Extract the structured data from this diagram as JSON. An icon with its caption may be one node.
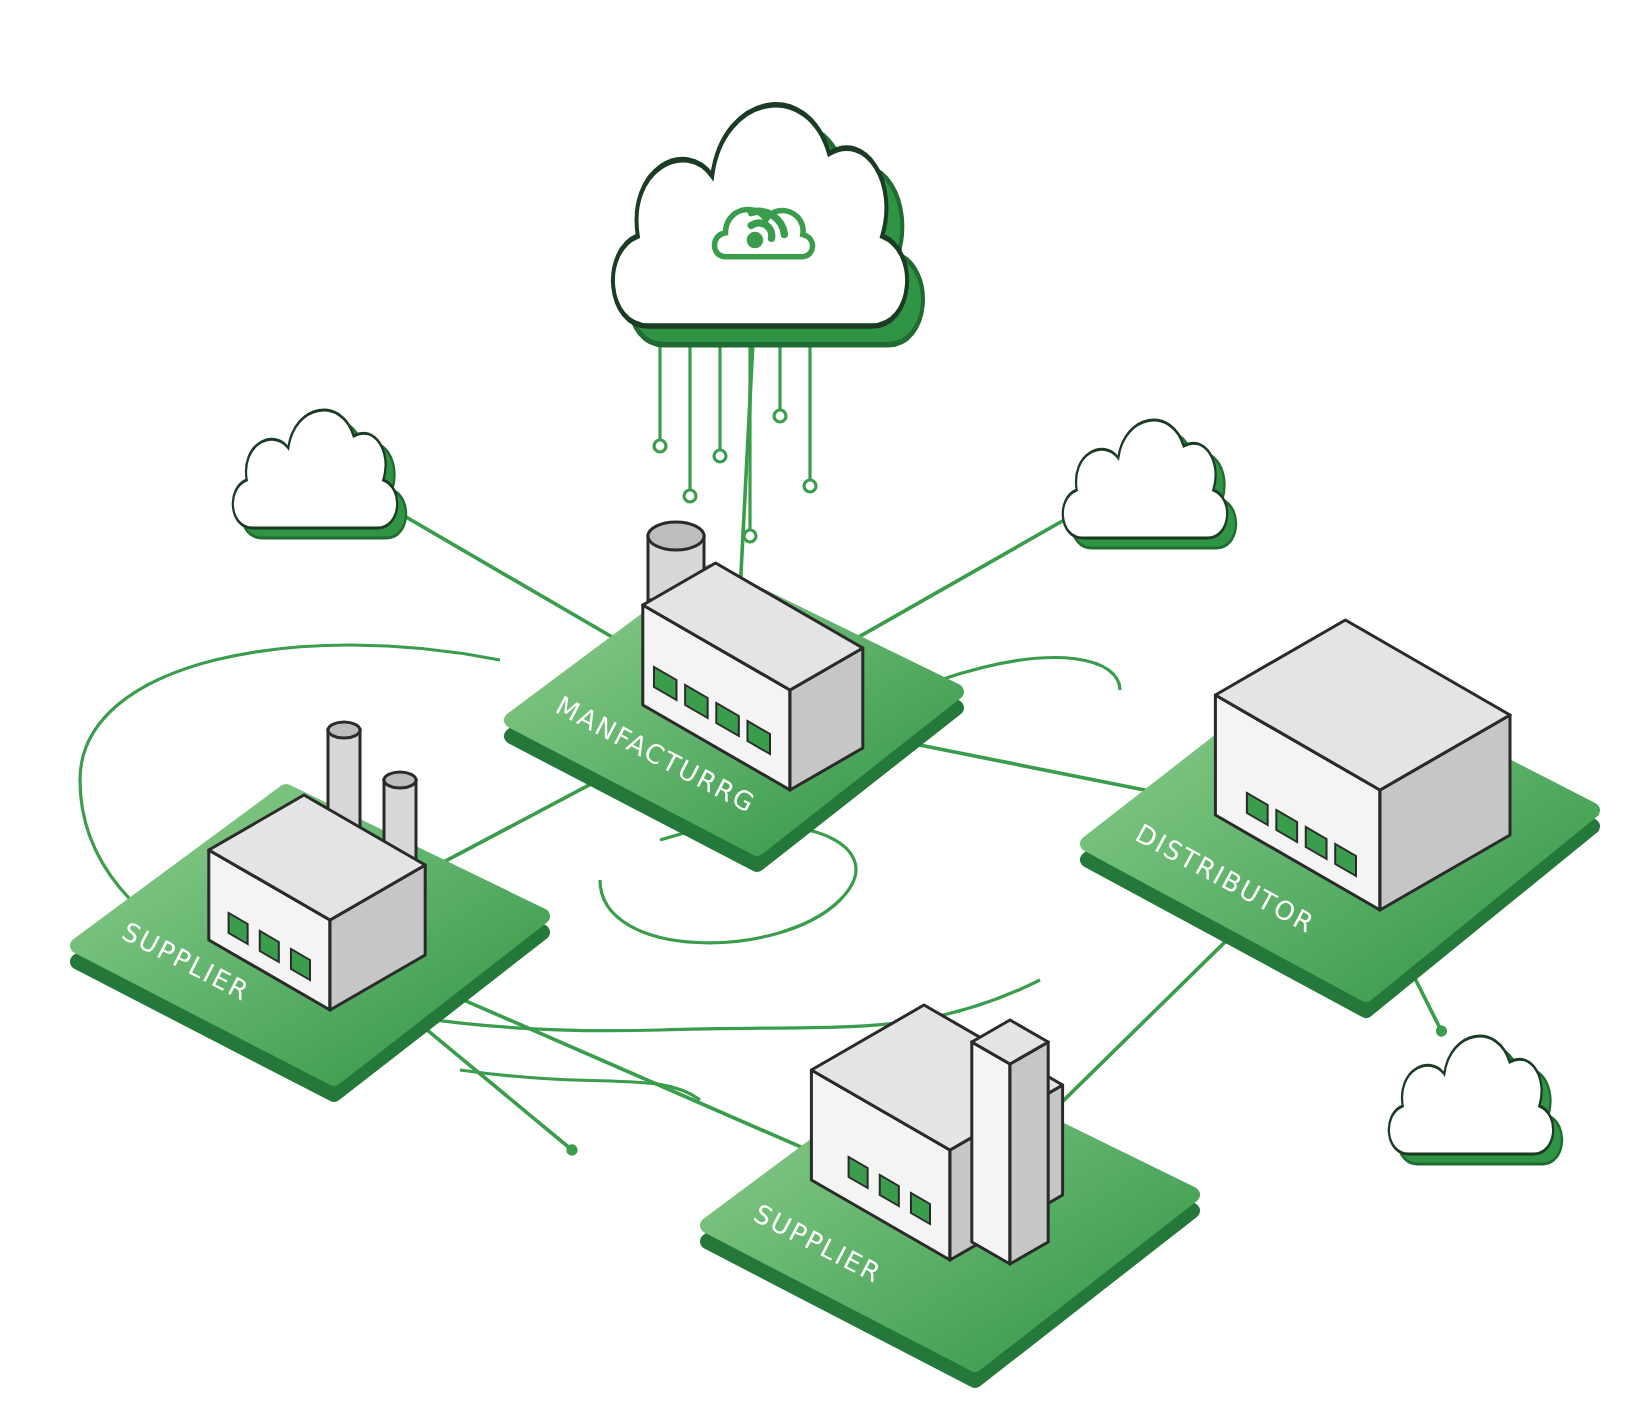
{
  "diagram": {
    "nodes": [
      {
        "text": [],
        "shape": "cloud"
      },
      {
        "text": [],
        "shape": "cloud"
      },
      {
        "text": [],
        "shape": "cloud"
      },
      {
        "text": [
          "MANFACTURRG"
        ]
      },
      {
        "text": [
          "DISTRIBUTOR"
        ]
      },
      {
        "text": [
          "SUPPLIER"
        ]
      },
      {
        "text": [],
        "shape": "cloud"
      },
      {
        "text": [
          "SUPPLIER"
        ]
      }
    ],
    "edges": [
      {
        "from": 0,
        "to": 3,
        "arrow": "none"
      },
      {
        "from": 1,
        "to": 3,
        "arrow": "other"
      },
      {
        "from": 2,
        "to": 3,
        "arrow": "other"
      },
      {
        "from": 5,
        "to": 3,
        "arrow": "none"
      },
      {
        "from": 3,
        "to": 4,
        "arrow": "none"
      },
      {
        "from": 6,
        "to": 4,
        "arrow": "other"
      },
      {
        "from": 4,
        "to": 7,
        "arrow": "none"
      },
      {
        "from": 5,
        "to": 7,
        "arrow": "none"
      },
      {
        "from": null,
        "to": 5,
        "arrow": "other"
      }
    ]
  }
}
